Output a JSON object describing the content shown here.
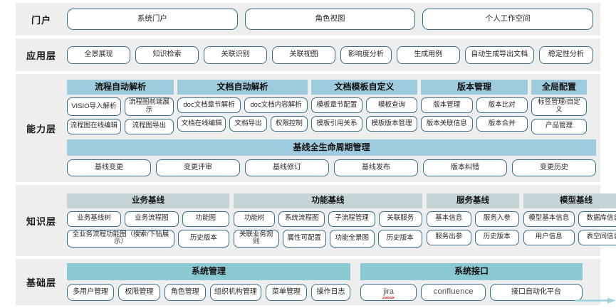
{
  "colors": {
    "band": "#eeeeee",
    "button_border": "#3a6e87",
    "capability_header": "#9ecbdd",
    "knowledge_header": "#c6d4d7",
    "foundation_header": "#8ccad3",
    "accent_arrow": "#9ed3e2"
  },
  "layers": [
    {
      "label": "门户",
      "items": [
        "系统门户",
        "角色视图",
        "个人工作空间"
      ]
    },
    {
      "label": "应用层",
      "items": [
        "全景展现",
        "知识检索",
        "关联识别",
        "关联视图",
        "影响度分析",
        "生成用例",
        "自动生成导出文档",
        "稳定性分析"
      ]
    },
    {
      "label": "能力层",
      "groups": [
        {
          "header": "流程自动解析",
          "rows": [
            [
              "VISIO导入解析",
              "流程图前端展\n示"
            ],
            [
              "流程图在线编辑",
              "流程图导出"
            ]
          ]
        },
        {
          "header": "文档自动解析",
          "rows": [
            [
              "doc文档章节解析",
              "doc文档内容解析"
            ],
            [
              "文档在线编辑",
              "文档导出",
              "权限控制"
            ]
          ]
        },
        {
          "header": "文档模板自定义",
          "rows": [
            [
              "模板章节配置",
              "模板查询"
            ],
            [
              "模板引用关系",
              "模板版本管理"
            ]
          ]
        },
        {
          "header": "版本管理",
          "rows": [
            [
              "版本管理",
              "版本比对"
            ],
            [
              "版本关联信息",
              "版本合并"
            ]
          ]
        },
        {
          "header": "全局配置",
          "rows": [
            [
              "标签管理/自定\n义"
            ],
            [
              "产品管理"
            ]
          ]
        }
      ],
      "lifecycle": {
        "header": "基线全生命周期管理",
        "items": [
          "基线变更",
          "变更评审",
          "基线修订",
          "基线发布",
          "版本纠错",
          "变更历史"
        ]
      }
    },
    {
      "label": "知识层",
      "groups": [
        {
          "header": "业务基线",
          "rows": [
            [
              "业务基线树",
              "业务流程图",
              "功能图"
            ],
            [
              "全业务流程功能图（搜索/下钻展示）",
              "历史版本"
            ]
          ]
        },
        {
          "header": "功能基线",
          "rows": [
            [
              "功能树",
              "系统流程图",
              "子流程管理",
              "关联服务"
            ],
            [
              "关联业务规则",
              "属性可配置",
              "功能全景图",
              "历史版本"
            ]
          ]
        },
        {
          "header": "服务基线",
          "rows": [
            [
              "基本信息",
              "服务入参"
            ],
            [
              "服务出参",
              "历史版本"
            ]
          ]
        },
        {
          "header": "模型基线",
          "rows": [
            [
              "模型基本信息",
              "数据库信息"
            ],
            [
              "用户信息",
              "表空间信息"
            ]
          ]
        }
      ]
    },
    {
      "label": "基础层",
      "groups": [
        {
          "header": "系统管理",
          "rows": [
            [
              "多用户管理",
              "权限管理",
              "角色管理",
              "组织机构管理",
              "菜单管理",
              "操作日志"
            ]
          ]
        },
        {
          "header": "系统接口",
          "rows": [
            [
              "jira",
              "confluence",
              "接口自动化平台"
            ]
          ]
        }
      ]
    }
  ]
}
